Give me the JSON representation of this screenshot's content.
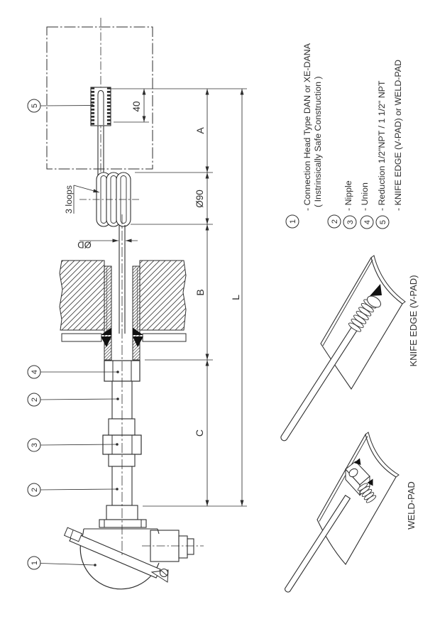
{
  "main_view": {
    "balloons": [
      {
        "num": "5"
      },
      {
        "num": "4"
      },
      {
        "num": "2"
      },
      {
        "num": "3"
      },
      {
        "num": "2"
      },
      {
        "num": "1"
      }
    ],
    "coil_note": "3 loops",
    "dims": {
      "pad_length": "40",
      "a": "A",
      "coil_dia": "Ø90",
      "b": "B",
      "c": "C",
      "total": "L",
      "tube_dia": "ØD"
    }
  },
  "legend": {
    "items": [
      {
        "num": "1",
        "text": "- Connection Head Type DAN or XE-DANA",
        "text2": "( Instrinsically Safe Construction )"
      },
      {
        "num": "2",
        "text": "- Nipple"
      },
      {
        "num": "3",
        "text": "- Union"
      },
      {
        "num": "4",
        "text": "- Reduction 1/2\"NPT / 1 1/2\" NPT"
      },
      {
        "num": "5",
        "text": "- KNIFE EDGE (V-PAD) or WELD-PAD"
      }
    ]
  },
  "views": {
    "knife_edge_label": "KNIFE EDGE (V-PAD)",
    "weld_pad_label": "WELD-PAD"
  },
  "colors": {
    "line": "#2e2e2e",
    "background": "#ffffff",
    "weld_fill": "#111111"
  }
}
